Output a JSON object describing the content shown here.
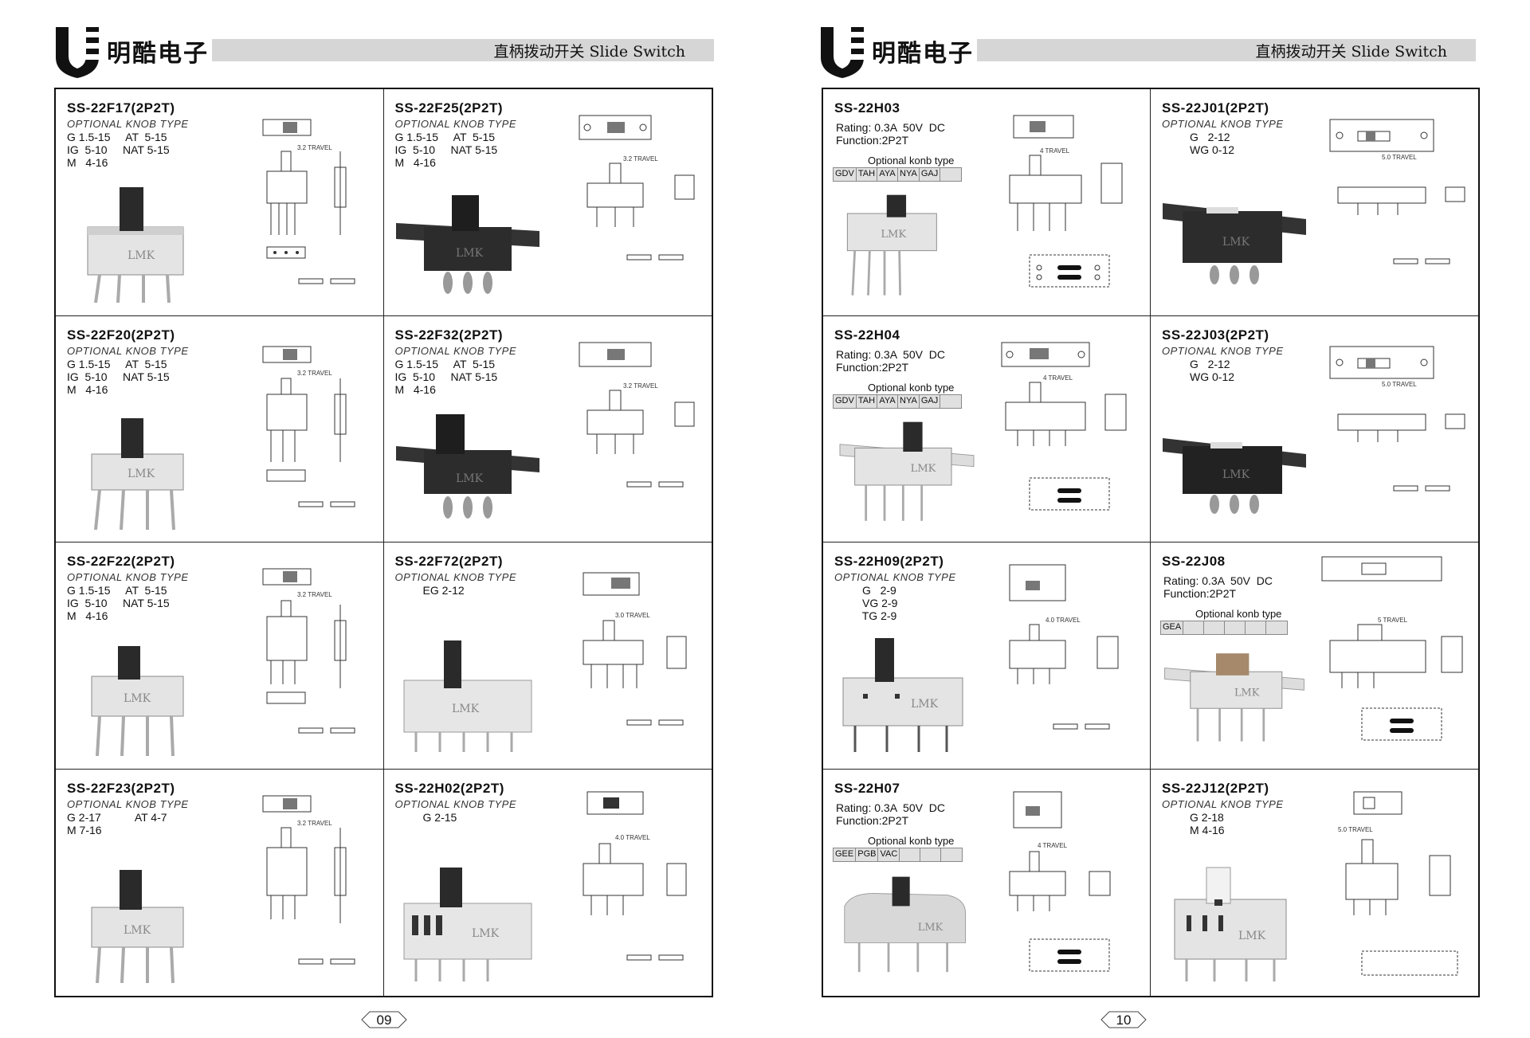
{
  "pages": [
    {
      "brand": "明酷电子",
      "title": "直柄拨动开关  Slide Switch",
      "page_number": "09",
      "cells": [
        {
          "name": "SS-22F17(2P2T)",
          "subtitle": "OPTIONAL KNOB TYPE",
          "specs": "G 1.5-15     AT  5-15\nIG  5-10     NAT 5-15\nM   4-16",
          "travel": "3.2 TRAVEL"
        },
        {
          "name": "SS-22F25(2P2T)",
          "subtitle": "OPTIONAL KNOB TYPE",
          "specs": "G 1.5-15     AT  5-15\nIG  5-10     NAT 5-15\nM   4-16",
          "travel": "3.2 TRAVEL"
        },
        {
          "name": "SS-22F20(2P2T)",
          "subtitle": "OPTIONAL KNOB TYPE",
          "specs": "G 1.5-15     AT  5-15\nIG  5-10     NAT 5-15\nM   4-16",
          "travel": "3.2 TRAVEL"
        },
        {
          "name": "SS-22F32(2P2T)",
          "subtitle": "OPTIONAL KNOB TYPE",
          "specs": "G 1.5-15     AT  5-15\nIG  5-10     NAT 5-15\nM   4-16",
          "travel": "3.2 TRAVEL"
        },
        {
          "name": "SS-22F22(2P2T)",
          "subtitle": "OPTIONAL KNOB TYPE",
          "specs": "G 1.5-15     AT  5-15\nIG  5-10     NAT 5-15\nM   4-16",
          "travel": "3.2 TRAVEL"
        },
        {
          "name": "SS-22F72(2P2T)",
          "subtitle": "OPTIONAL KNOB TYPE",
          "specs": "         EG 2-12",
          "travel": "3.0 TRAVEL"
        },
        {
          "name": "SS-22F23(2P2T)",
          "subtitle": "OPTIONAL KNOB TYPE",
          "specs": "G 2-17           AT 4-7\nM 7-16",
          "travel": "3.2 TRAVEL"
        },
        {
          "name": "SS-22H02(2P2T)",
          "subtitle": "OPTIONAL KNOB TYPE",
          "specs": "         G 2-15",
          "travel": "4.0 TRAVEL"
        }
      ]
    },
    {
      "brand": "明酷电子",
      "title": "直柄拨动开关  Slide Switch",
      "page_number": "10",
      "cells": [
        {
          "name": "SS-22H03",
          "rating": "Rating: 0.3A  50V  DC\nFunction:2P2T",
          "knob_title": "Optional konb type",
          "knobs": [
            "GDV",
            "TAH",
            "AYA",
            "NYA",
            "GAJ",
            ""
          ],
          "travel": "4  TRAVEL"
        },
        {
          "name": "SS-22J01(2P2T)",
          "subtitle": "OPTIONAL KNOB TYPE",
          "specs": "         G   2-12\n         WG 0-12",
          "travel": "5.0 TRAVEL"
        },
        {
          "name": "SS-22H04",
          "rating": "Rating: 0.3A  50V  DC\nFunction:2P2T",
          "knob_title": "Optional konb type",
          "knobs": [
            "GDV",
            "TAH",
            "AYA",
            "NYA",
            "GAJ",
            ""
          ],
          "travel": "4  TRAVEL"
        },
        {
          "name": "SS-22J03(2P2T)",
          "subtitle": "OPTIONAL KNOB TYPE",
          "specs": "         G   2-12\n         WG 0-12",
          "travel": "5.0 TRAVEL"
        },
        {
          "name": "SS-22H09(2P2T)",
          "subtitle": "OPTIONAL KNOB TYPE",
          "specs": "         G   2-9\n         VG 2-9\n         TG 2-9",
          "travel": "4.0 TRAVEL"
        },
        {
          "name": "SS-22J08",
          "rating": "Rating: 0.3A  50V  DC\nFunction:2P2T",
          "knob_title": "Optional konb type",
          "knobs": [
            "GEA",
            "",
            "",
            "",
            "",
            ""
          ],
          "travel": "5  TRAVEL"
        },
        {
          "name": "SS-22H07",
          "rating": "Rating: 0.3A  50V  DC\nFunction:2P2T",
          "knob_title": "Optional konb type",
          "knobs": [
            "GEE",
            "PGB",
            "VAC",
            "",
            "",
            ""
          ],
          "travel": "4  TRAVEL"
        },
        {
          "name": "SS-22J12(2P2T)",
          "subtitle": "OPTIONAL KNOB TYPE",
          "specs": "         G 2-18\n         M 4-16",
          "travel": "5.0 TRAVEL"
        }
      ]
    }
  ],
  "photo_label": "LMK"
}
